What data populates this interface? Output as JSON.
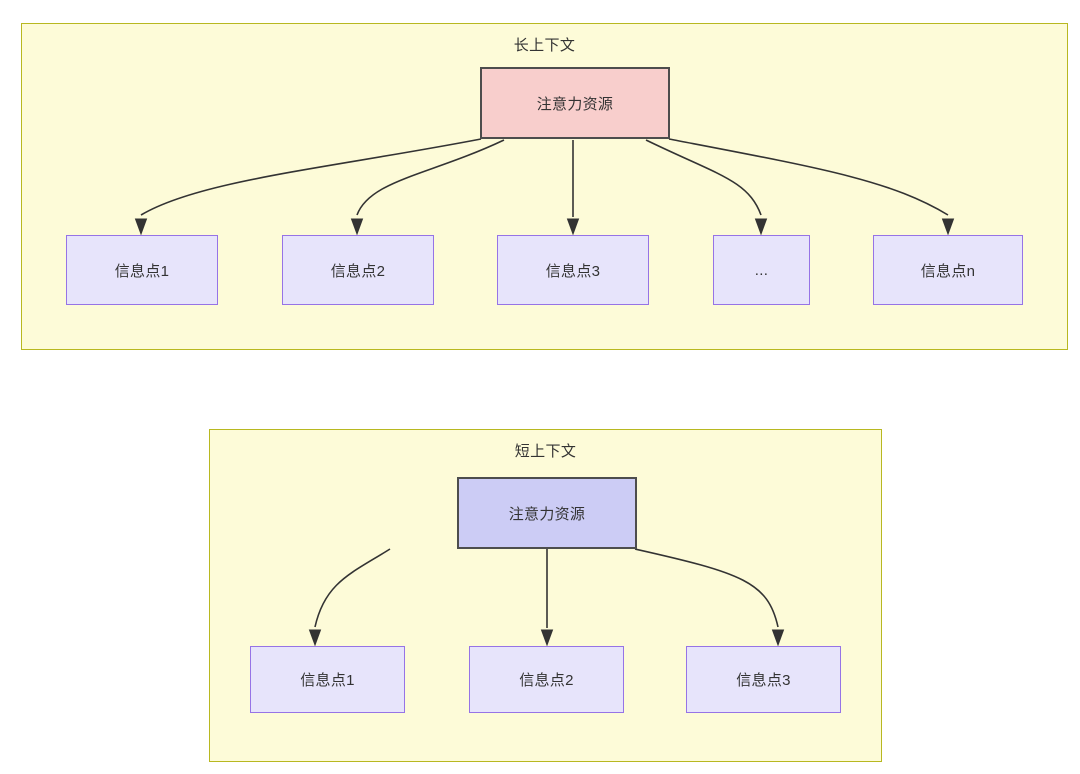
{
  "diagram": {
    "title_implicit": "",
    "colors": {
      "panel_fill": "#fdfbd8",
      "panel_border": "#b8b820",
      "root_long_fill": "#f8cecc",
      "root_short_fill": "#ccccf5",
      "root_border": "#4d4d4d",
      "leaf_fill": "#e7e4fb",
      "leaf_border": "#9673e6",
      "edge_stroke": "#333333",
      "text": "#333333"
    },
    "panels": [
      {
        "id": "long-context",
        "title": "长上下文",
        "root": {
          "label": "注意力资源"
        },
        "leaves": [
          {
            "label": "信息点1"
          },
          {
            "label": "信息点2"
          },
          {
            "label": "信息点3"
          },
          {
            "label": "..."
          },
          {
            "label": "信息点n"
          }
        ]
      },
      {
        "id": "short-context",
        "title": "短上下文",
        "root": {
          "label": "注意力资源"
        },
        "leaves": [
          {
            "label": "信息点1"
          },
          {
            "label": "信息点2"
          },
          {
            "label": "信息点3"
          }
        ]
      }
    ]
  }
}
